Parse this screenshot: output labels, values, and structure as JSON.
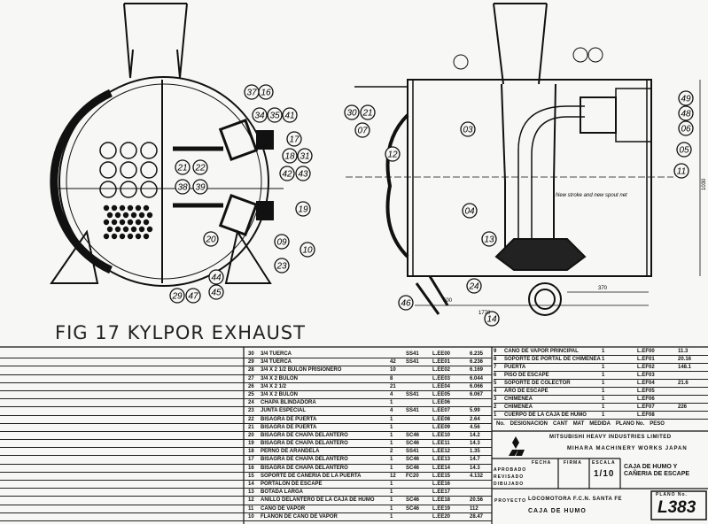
{
  "figure_title": "FIG 17 KYLPOR EXHAUST",
  "front_view_balloons": [
    "37",
    "16",
    "34",
    "35",
    "41",
    "17",
    "18",
    "31",
    "42",
    "43",
    "21",
    "22",
    "38",
    "39",
    "19",
    "20",
    "09",
    "10",
    "23",
    "44",
    "45",
    "29",
    "47"
  ],
  "side_view_balloons": [
    "30",
    "21",
    "07",
    "12",
    "03",
    "04",
    "13",
    "24",
    "46",
    "14",
    "11",
    "05",
    "06",
    "49",
    "48"
  ],
  "side_view_dimensions": [
    "1770",
    "500",
    "370",
    "1030"
  ],
  "side_view_note": "New stroke and new spout net",
  "parts_list_middle": [
    {
      "no": "30",
      "desc": "3/4 TUERCA",
      "qty": "",
      "mat": "SS41",
      "dwg": "L.EE00",
      "wt": "6.235"
    },
    {
      "no": "29",
      "desc": "3/4 TUERCA",
      "qty": "42",
      "mat": "SS41",
      "dwg": "L.EE01",
      "wt": "6.236"
    },
    {
      "no": "28",
      "desc": "3/4 X 2 1/2 BULON PRISIONERO",
      "qty": "10",
      "mat": "",
      "dwg": "L.EE02",
      "wt": "6.169"
    },
    {
      "no": "27",
      "desc": "3/4 X 2 BULON",
      "qty": "8",
      "mat": "",
      "dwg": "L.EE03",
      "wt": "6.044"
    },
    {
      "no": "26",
      "desc": "3/4 X 2 1/2",
      "qty": "21",
      "mat": "",
      "dwg": "L.EE04",
      "wt": "6.066"
    },
    {
      "no": "25",
      "desc": "3/4 X 2 BULON",
      "qty": "4",
      "mat": "SS41",
      "dwg": "L.EE05",
      "wt": "6.067"
    },
    {
      "no": "24",
      "desc": "CHAPA BLINDADORA",
      "qty": "1",
      "mat": "",
      "dwg": "L.EE06",
      "wt": ""
    },
    {
      "no": "23",
      "desc": "JUNTA ESPECIAL",
      "qty": "4",
      "mat": "SS41",
      "dwg": "L.EE07",
      "wt": "5.99"
    },
    {
      "no": "22",
      "desc": "BISAGRA DE PUERTA",
      "qty": "1",
      "mat": "",
      "dwg": "L.EE08",
      "wt": "2.64"
    },
    {
      "no": "21",
      "desc": "BISAGRA DE PUERTA",
      "qty": "1",
      "mat": "",
      "dwg": "L.EE09",
      "wt": "4.56"
    },
    {
      "no": "20",
      "desc": "BISAGRA DE CHAPA DELANTERO",
      "qty": "1",
      "mat": "SC46",
      "dwg": "L.EE10",
      "wt": "14.2"
    },
    {
      "no": "19",
      "desc": "BISAGRA DE CHAPA DELANTERO",
      "qty": "1",
      "mat": "SC46",
      "dwg": "L.EE11",
      "wt": "14.3"
    },
    {
      "no": "18",
      "desc": "PERNO DE ARANDELA",
      "qty": "2",
      "mat": "SS41",
      "dwg": "L.EE12",
      "wt": "1.35"
    },
    {
      "no": "17",
      "desc": "BISAGRA DE CHAPA DELANTERO",
      "qty": "1",
      "mat": "SC46",
      "dwg": "L.EE13",
      "wt": "14.7"
    },
    {
      "no": "16",
      "desc": "BISAGRA DE CHAPA DELANTERO",
      "qty": "1",
      "mat": "SC46",
      "dwg": "L.EE14",
      "wt": "14.3"
    },
    {
      "no": "15",
      "desc": "SOPORTE DE CAÑERIA DE LA PUERTA",
      "qty": "12",
      "mat": "FC20",
      "dwg": "L.EE15",
      "wt": "4.132"
    },
    {
      "no": "14",
      "desc": "PORTALON DE ESCAPE",
      "qty": "1",
      "mat": "",
      "dwg": "L.EE16",
      "wt": ""
    },
    {
      "no": "13",
      "desc": "BOTADA LARGA",
      "qty": "1",
      "mat": "",
      "dwg": "L.EE17",
      "wt": ""
    },
    {
      "no": "12",
      "desc": "ANILLO DELANTERO DE LA CAJA DE HUMO",
      "qty": "1",
      "mat": "SC46",
      "dwg": "L.EE18",
      "wt": "20.56"
    },
    {
      "no": "11",
      "desc": "CAÑO DE VAPOR",
      "qty": "1",
      "mat": "SC46",
      "dwg": "L.EE19",
      "wt": "112"
    },
    {
      "no": "10",
      "desc": "FLAÑON DE CAÑO DE VAPOR",
      "qty": "1",
      "mat": "",
      "dwg": "L.EE20",
      "wt": "28.47"
    }
  ],
  "parts_list_right": [
    {
      "no": "9",
      "desc": "CAÑO DE VAPOR PRINCIPAL",
      "qty": "1",
      "dwg": "L.EF00",
      "wt": "11.3"
    },
    {
      "no": "8",
      "desc": "SOPORTE DE PORTAL DE CHIMENEA",
      "qty": "1",
      "dwg": "L.EF01",
      "wt": "20.16"
    },
    {
      "no": "7",
      "desc": "PUERTA",
      "qty": "1",
      "dwg": "L.EF02",
      "wt": "148.1"
    },
    {
      "no": "6",
      "desc": "PISO DE ESCAPE",
      "qty": "1",
      "dwg": "L.EF03",
      "wt": ""
    },
    {
      "no": "5",
      "desc": "SOPORTE DE COLECTOR",
      "qty": "1",
      "dwg": "L.EF04",
      "wt": "21.6"
    },
    {
      "no": "4",
      "desc": "ARO DE ESCAPE",
      "qty": "1",
      "dwg": "L.EF05",
      "wt": ""
    },
    {
      "no": "3",
      "desc": "CHIMENEA",
      "qty": "1",
      "dwg": "L.EF06",
      "wt": ""
    },
    {
      "no": "2",
      "desc": "CHIMENEA",
      "qty": "1",
      "dwg": "L.EF07",
      "wt": "226"
    },
    {
      "no": "1",
      "desc": "CUERPO DE LA CAJA DE HUMO",
      "qty": "1",
      "dwg": "L.EF08",
      "wt": ""
    }
  ],
  "parts_list_header": [
    "No.",
    "DESIGNACION",
    "CANT",
    "MAT",
    "MEDIDA",
    "PLANO No.",
    "PESO"
  ],
  "title_block": {
    "company": "MITSUBISHI HEAVY INDUSTRIES LIMITED",
    "works": "MIHARA MACHINERY WORKS JAPAN",
    "fecha_label": "FECHA",
    "firma_label": "FIRMA",
    "escala_label": "ESCALA",
    "scale": "1/10",
    "rows": [
      "APROBADO",
      "REVISADO",
      "DIBUJADO"
    ],
    "title": "CAJA DE HUMO Y CAÑERIA DE ESCAPE",
    "project_label": "PROYECTO",
    "project": "LOCOMOTORA F.C.N. SANTA FE",
    "subtitle": "CAJA DE HUMO",
    "drawing_no_label": "PLANO No.",
    "drawing_no": "L383"
  }
}
